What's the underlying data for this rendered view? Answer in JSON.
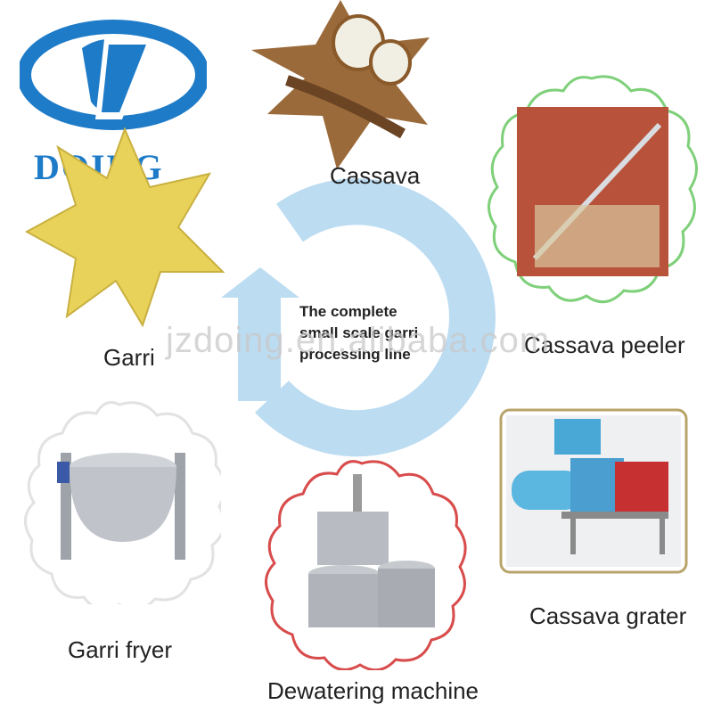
{
  "brand": {
    "logo_text": "DOING",
    "watermark": "jzdoing.en.alibaba.com"
  },
  "cycle": {
    "lines": [
      "The complete",
      "small scale garri",
      "processing line"
    ],
    "arrow_color": "#bcdcf2"
  },
  "nodes": {
    "cassava": "Cassava",
    "peeler": "Cassava peeler",
    "grater": "Cassava grater",
    "dewatering": "Dewatering machine",
    "fryer": "Garri fryer",
    "garri": "Garri"
  },
  "colors": {
    "logo_blue": "#1e7bc8",
    "frame_green": "#7fd07a",
    "frame_red": "#d84c4c",
    "frame_olive": "#b8a46a"
  }
}
